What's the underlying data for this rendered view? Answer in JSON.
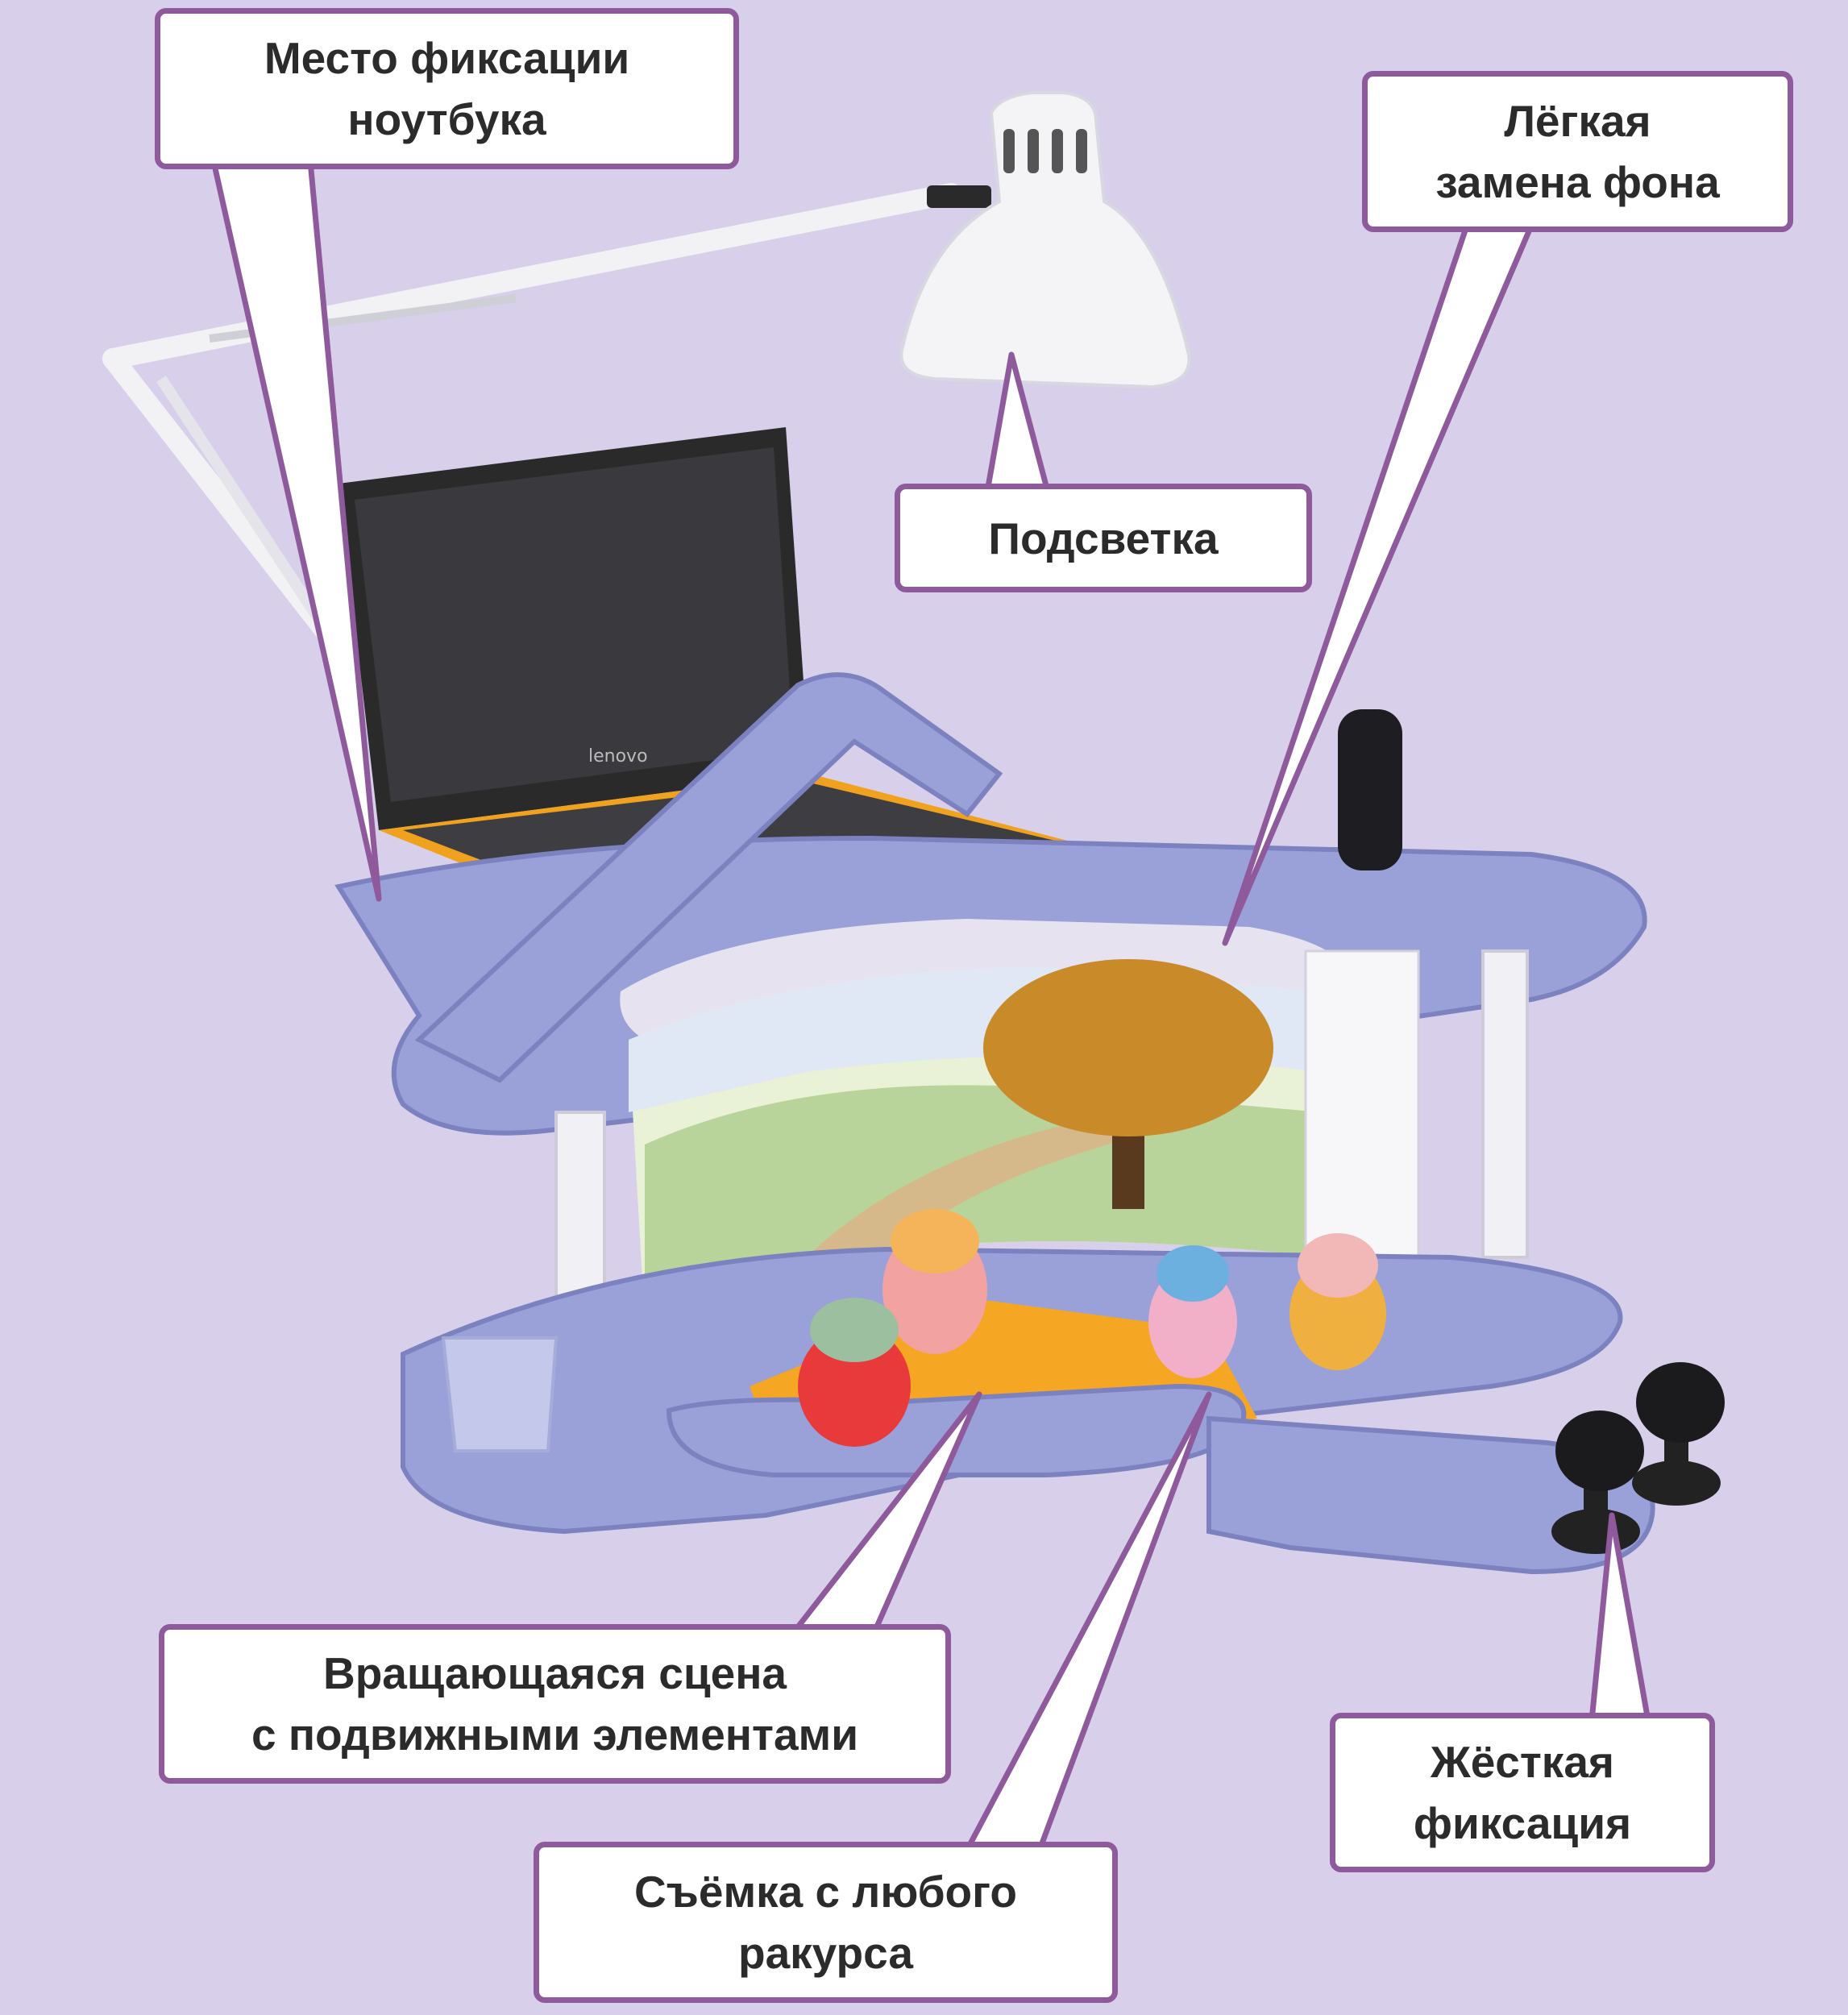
{
  "colors": {
    "background": "#d8d0ea",
    "label_border": "#8e5a9c",
    "pointer_fill": "#ffffff",
    "stand": "#9aa0d8",
    "stand_dark": "#7c82c0",
    "laptop": "#2a2a2a",
    "lamp": "#f4f4f6",
    "mat": "#f5a623",
    "tree": "#c98a2a"
  },
  "labels": {
    "laptop_mount": "Место фиксации\nноутбука",
    "background_swap": "Лёгкая\nзамена фона",
    "lighting": "Подсветка",
    "rotating_stage": "Вращающаяся сцена\nс подвижными элементами",
    "any_angle": "Съёмка с любого\nракурса",
    "rigid_mount": "Жёсткая\nфиксация"
  },
  "photo": {
    "laptop_brand": "lenovo"
  }
}
